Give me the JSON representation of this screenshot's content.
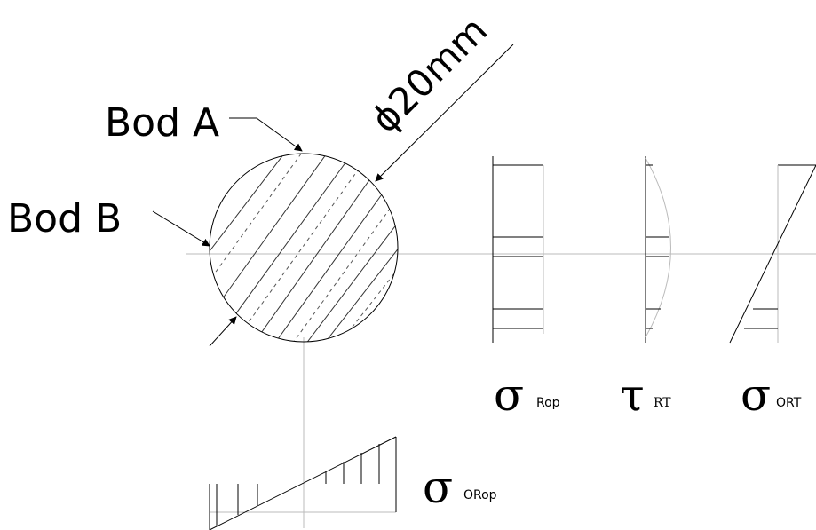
{
  "labels": {
    "point_a": "Bod A",
    "point_b": "Bod B",
    "diameter": "ϕ20mm"
  },
  "diagrams": {
    "sigma_rop": {
      "symbol": "σ",
      "subscript": "Rop"
    },
    "tau_rt": {
      "symbol": "τ",
      "subscript": "RT"
    },
    "sigma_ort": {
      "symbol": "σ",
      "subscript": "ORT"
    },
    "sigma_orop": {
      "symbol": "σ",
      "subscript": "ORop"
    }
  }
}
